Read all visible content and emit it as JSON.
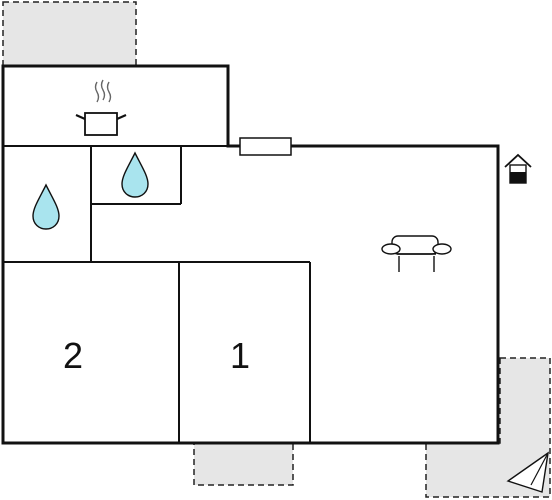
{
  "floorplan": {
    "rooms": [
      {
        "id": "bedroom-2",
        "label": "2"
      },
      {
        "id": "bedroom-1",
        "label": "1"
      }
    ],
    "icons": {
      "kitchen": "cooking-pot-icon",
      "bathroom_1": "water-drop-icon",
      "bathroom_2": "water-drop-icon",
      "living": "sofa-icon",
      "entrance": "house-entrance-icon",
      "north": "north-arrow-icon",
      "window": "window-icon"
    },
    "colors": {
      "wall": "#111111",
      "terrace_fill": "#e6e6e6",
      "water_drop": "#a9e4ee",
      "background": "#ffffff"
    }
  }
}
